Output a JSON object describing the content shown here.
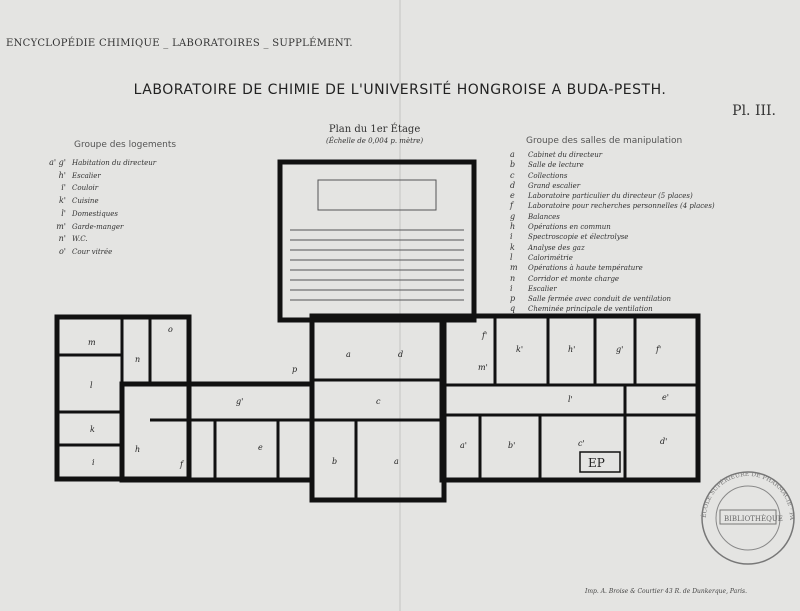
{
  "header": "ENCYCLOPÉDIE CHIMIQUE _ LABORATOIRES _ SUPPLÉMENT.",
  "title": "LABORATOIRE DE CHIMIE DE L'UNIVERSITÉ HONGROISE A BUDA-PESTH.",
  "plate": "Pl. III.",
  "plan_title": "Plan du 1er Étage",
  "plan_scale": "(Échelle de 0,004 p. mètre)",
  "legend_left": {
    "title": "Groupe des logements",
    "items": [
      {
        "key": "a' g'",
        "text": "Habitation du directeur"
      },
      {
        "key": "h'",
        "text": "Escalier"
      },
      {
        "key": "i'",
        "text": "Couloir"
      },
      {
        "key": "k'",
        "text": "Cuisine"
      },
      {
        "key": "l'",
        "text": "Domestiques"
      },
      {
        "key": "m'",
        "text": "Garde-manger"
      },
      {
        "key": "n'",
        "text": "W.C."
      },
      {
        "key": "o'",
        "text": "Cour vitrée"
      }
    ]
  },
  "legend_right": {
    "title": "Groupe des salles de manipulation",
    "items": [
      {
        "key": "a",
        "text": "Cabinet du directeur"
      },
      {
        "key": "b",
        "text": "Salle de lecture"
      },
      {
        "key": "c",
        "text": "Collections"
      },
      {
        "key": "d",
        "text": "Grand escalier"
      },
      {
        "key": "e",
        "text": "Laboratoire particulier du directeur (5 places)"
      },
      {
        "key": "f",
        "text": "Laboratoire pour recherches personnelles (4 places)"
      },
      {
        "key": "g",
        "text": "Balances"
      },
      {
        "key": "h",
        "text": "Opérations en commun"
      },
      {
        "key": "i",
        "text": "Spectroscopie et électrolyse"
      },
      {
        "key": "k",
        "text": "Analyse des gaz"
      },
      {
        "key": "l",
        "text": "Calorimétrie"
      },
      {
        "key": "m",
        "text": "Opérations à haute température"
      },
      {
        "key": "n",
        "text": "Corridor et monte charge"
      },
      {
        "key": "i",
        "text": "Escalier"
      },
      {
        "key": "p",
        "text": "Salle fermée avec conduit de ventilation"
      },
      {
        "key": "q",
        "text": "Cheminée principale de ventilation"
      }
    ]
  },
  "rooms": {
    "m": "m",
    "n": "n",
    "o": "o",
    "l": "l",
    "k": "k",
    "i": "i",
    "h": "h",
    "g": "g'",
    "f": "f",
    "e": "e",
    "p": "p",
    "a_c": "a",
    "d_c": "d",
    "c": "c",
    "b": "b",
    "a": "a",
    "f2": "f'",
    "k2": "k'",
    "h2": "h'",
    "g2": "g'",
    "f3": "f'",
    "m2": "m'",
    "l2": "l'",
    "e2": "e'",
    "a2": "a'",
    "b2": "b'",
    "c2": "c'",
    "d2": "d'",
    "ep": "EP"
  },
  "stamp": {
    "ring": "ÉCOLE SUPÉRIEURE DE PHARMACIE · PARIS",
    "center": "BIBLIOTHÈQUE"
  },
  "footer": "Imp. A. Broise & Courtier 43 R. de Dunkerque, Paris."
}
